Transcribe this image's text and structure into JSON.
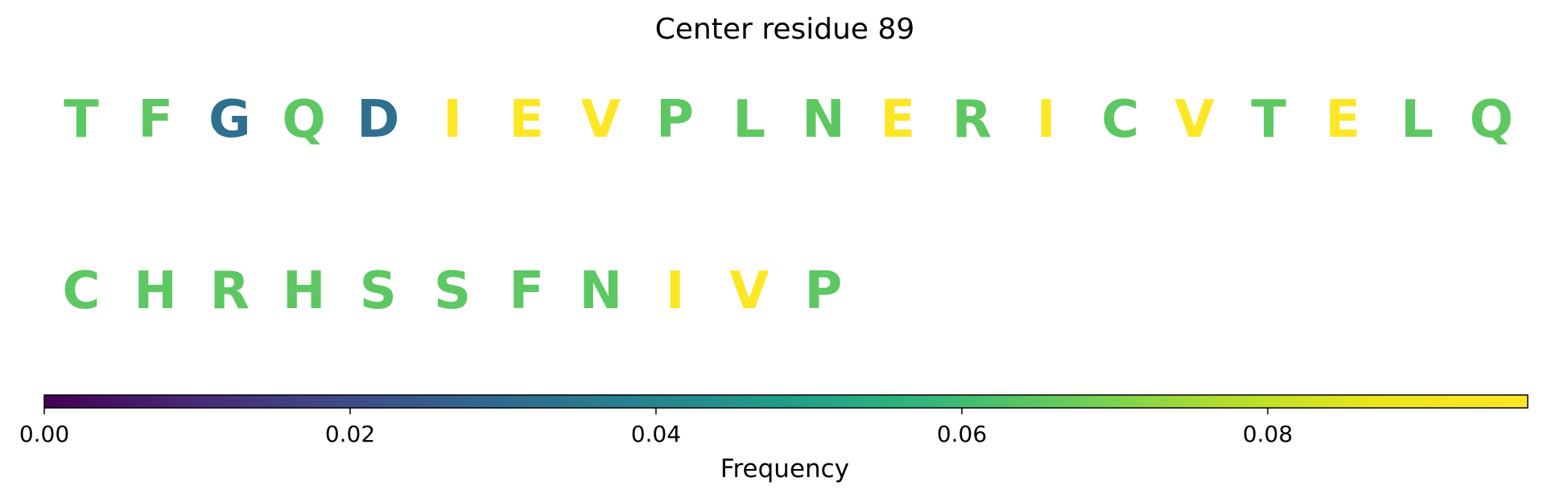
{
  "chart_data": {
    "type": "heatmap",
    "title": "Center residue 89",
    "residues": [
      {
        "letter": "T",
        "frequency": 0.065
      },
      {
        "letter": "F",
        "frequency": 0.065
      },
      {
        "letter": "G",
        "frequency": 0.032
      },
      {
        "letter": "Q",
        "frequency": 0.065
      },
      {
        "letter": "D",
        "frequency": 0.032
      },
      {
        "letter": "I",
        "frequency": 0.097
      },
      {
        "letter": "E",
        "frequency": 0.097
      },
      {
        "letter": "V",
        "frequency": 0.097
      },
      {
        "letter": "P",
        "frequency": 0.065
      },
      {
        "letter": "L",
        "frequency": 0.065
      },
      {
        "letter": "N",
        "frequency": 0.065
      },
      {
        "letter": "E",
        "frequency": 0.097
      },
      {
        "letter": "R",
        "frequency": 0.065
      },
      {
        "letter": "I",
        "frequency": 0.097
      },
      {
        "letter": "C",
        "frequency": 0.065
      },
      {
        "letter": "V",
        "frequency": 0.097
      },
      {
        "letter": "T",
        "frequency": 0.065
      },
      {
        "letter": "E",
        "frequency": 0.097
      },
      {
        "letter": "L",
        "frequency": 0.065
      },
      {
        "letter": "Q",
        "frequency": 0.065
      },
      {
        "letter": "C",
        "frequency": 0.065
      },
      {
        "letter": "H",
        "frequency": 0.065
      },
      {
        "letter": "R",
        "frequency": 0.065
      },
      {
        "letter": "H",
        "frequency": 0.065
      },
      {
        "letter": "S",
        "frequency": 0.065
      },
      {
        "letter": "S",
        "frequency": 0.065
      },
      {
        "letter": "F",
        "frequency": 0.065
      },
      {
        "letter": "N",
        "frequency": 0.065
      },
      {
        "letter": "I",
        "frequency": 0.097
      },
      {
        "letter": "V",
        "frequency": 0.097
      },
      {
        "letter": "P",
        "frequency": 0.065
      }
    ],
    "letters_per_row": 20,
    "colorbar": {
      "colormap": "viridis",
      "range": [
        0,
        0.097
      ],
      "ticks": [
        0.0,
        0.02,
        0.04,
        0.06,
        0.08
      ],
      "tick_labels": [
        "0.00",
        "0.02",
        "0.04",
        "0.06",
        "0.08"
      ],
      "label": "Frequency",
      "orientation": "horizontal"
    }
  }
}
